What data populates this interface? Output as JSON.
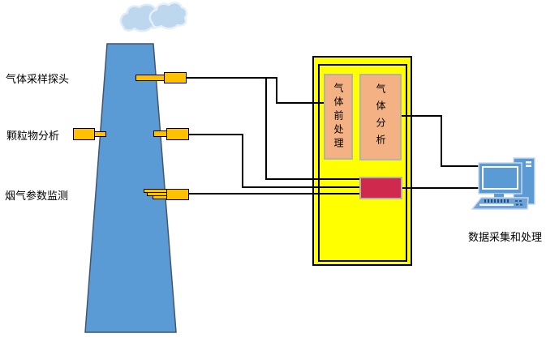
{
  "labels": {
    "gas_sampling_probe": "气体采样探头",
    "particulate_analysis": "颗粒物分析",
    "flue_gas_monitoring": "烟气参数监测",
    "gas_pretreatment": "气体前处理",
    "gas_analysis": "气体分析",
    "data_acquisition": "数据采集和处理"
  },
  "colors": {
    "chimney_fill": "#5B9BD5",
    "chimney_border": "#44546A",
    "smoke_fill": "#BDD7EE",
    "probe_fill": "#FFC000",
    "cabinet_fill": "#FFFF00",
    "cabinet_border": "#000000",
    "module_fill": "#F4B183",
    "module_border": "#B5B2B0",
    "signal_box_fill": "#D0294E",
    "computer_fill": "#5B9BD5",
    "connector_line": "#000000",
    "background": "#FFFFFF"
  }
}
